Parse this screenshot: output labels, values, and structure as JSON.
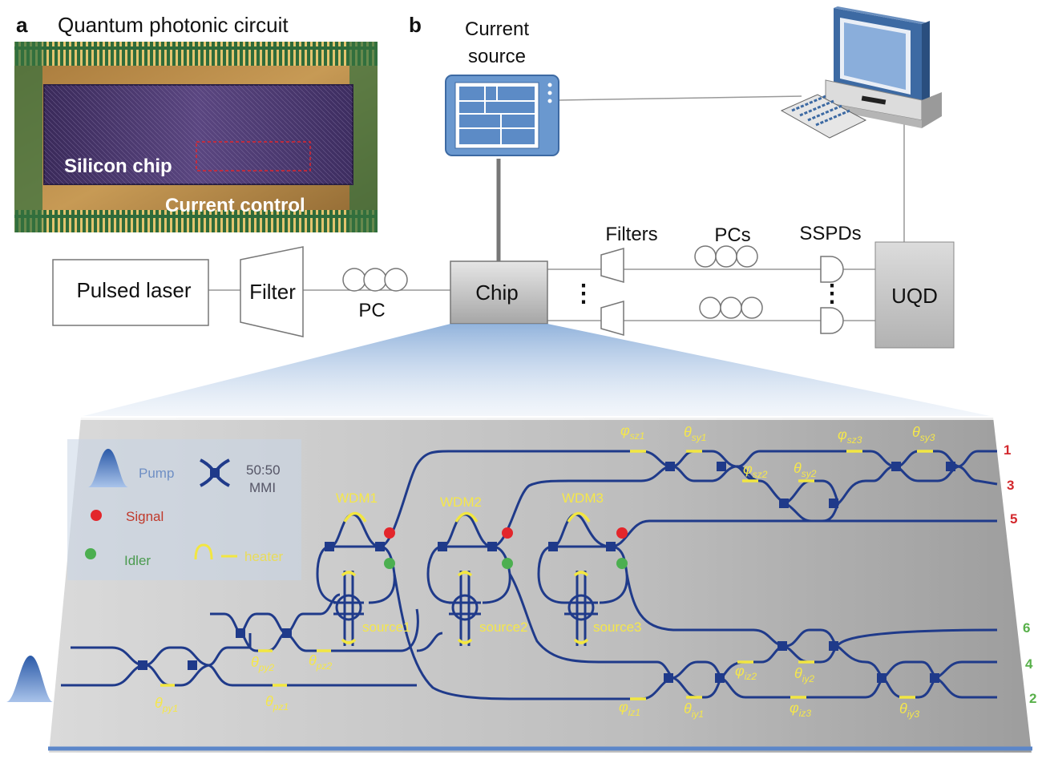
{
  "panel_a": {
    "letter": "a",
    "title": "Quantum photonic circuit",
    "chip_label": "Silicon chip",
    "control_label": "Current control"
  },
  "panel_b": {
    "letter": "b",
    "current_source": [
      "Current",
      "source"
    ],
    "laser": "Pulsed laser",
    "filter": "Filter",
    "pc": "PC",
    "chip": "Chip",
    "filters": "Filters",
    "pcs": "PCs",
    "sspds": "SSPDs",
    "uqd": "UQD",
    "dots": "⋮"
  },
  "legend": {
    "pump": "Pump",
    "mmi_line1": "50:50",
    "mmi_line2": "MMI",
    "signal": "Signal",
    "idler": "Idler",
    "heater": "heater"
  },
  "sources": [
    "source1",
    "source2",
    "source3"
  ],
  "wdms": [
    "WDM1",
    "WDM2",
    "WDM3"
  ],
  "phases": {
    "py1": {
      "sym": "θ",
      "sub": "py1"
    },
    "py2": {
      "sym": "θ",
      "sub": "py2"
    },
    "pz1": {
      "sym": "θ",
      "sub": "pz1"
    },
    "pz2": {
      "sym": "θ",
      "sub": "pz2"
    },
    "sz1": {
      "sym": "φ",
      "sub": "sz1"
    },
    "sy1": {
      "sym": "θ",
      "sub": "sy1"
    },
    "sz2": {
      "sym": "φ",
      "sub": "sz2"
    },
    "sy2": {
      "sym": "θ",
      "sub": "sy2"
    },
    "sz3": {
      "sym": "φ",
      "sub": "sz3"
    },
    "sy3": {
      "sym": "θ",
      "sub": "sy3"
    },
    "iz1": {
      "sym": "φ",
      "sub": "iz1"
    },
    "iy1": {
      "sym": "θ",
      "sub": "iy1"
    },
    "iz2": {
      "sym": "φ",
      "sub": "iz2"
    },
    "iy2": {
      "sym": "θ",
      "sub": "iy2"
    },
    "iz3": {
      "sym": "φ",
      "sub": "iz3"
    },
    "iy3": {
      "sym": "θ",
      "sub": "iy3"
    }
  },
  "outputs": {
    "o1": "1",
    "o3": "3",
    "o5": "5",
    "o6": "6",
    "o4": "4",
    "o2": "2"
  },
  "colors": {
    "waveguide": "#1f3a8a",
    "heater": "#f2e641",
    "signal": "#e3262b",
    "idler": "#4caf50",
    "phase_text": "#f5e74a",
    "signal_port": "#d3282d",
    "idler_port": "#58b04a"
  }
}
